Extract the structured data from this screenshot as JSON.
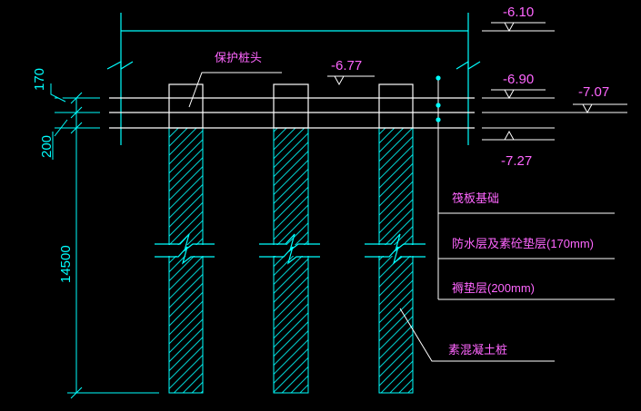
{
  "colors": {
    "background": "#000000",
    "line": "#00ffff",
    "pile_hatch": "#00e0e0",
    "white": "#ffffff",
    "text": "#ff66ff"
  },
  "labels": {
    "pile_head": "保护桩头",
    "raft_foundation": "筏板基础",
    "waterproof_layer": "防水层及素砼垫层(170mm)",
    "cushion_layer": "褥垫层(200mm)",
    "concrete_pile": "素混凝土桩"
  },
  "elevations": {
    "top": "-6.10",
    "pile_top": "-6.77",
    "raft_bottom": "-6.90",
    "cushion_top": "-7.07",
    "cushion_bottom": "-7.27"
  },
  "dimensions": {
    "layer_170": "170",
    "layer_200": "200",
    "pile_length": "14500"
  }
}
